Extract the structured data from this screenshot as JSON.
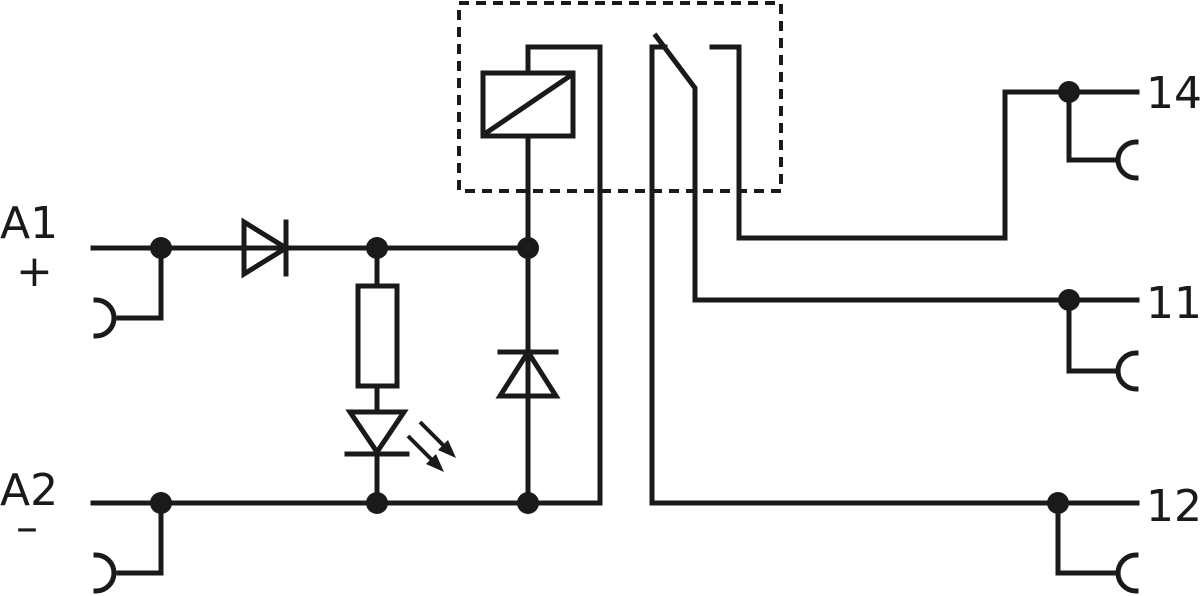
{
  "terminals": {
    "a1": "A1",
    "a1_polarity": "+",
    "a2": "A2",
    "a2_polarity": "–",
    "t14": "14",
    "t11": "11",
    "t12": "12"
  },
  "components": [
    "relay-coil",
    "changeover-contact",
    "series-diode",
    "resistor",
    "led",
    "freewheeling-diode",
    "push-in-terminal"
  ],
  "colors": {
    "ink": "#1a1a1a",
    "background": "#ffffff"
  }
}
